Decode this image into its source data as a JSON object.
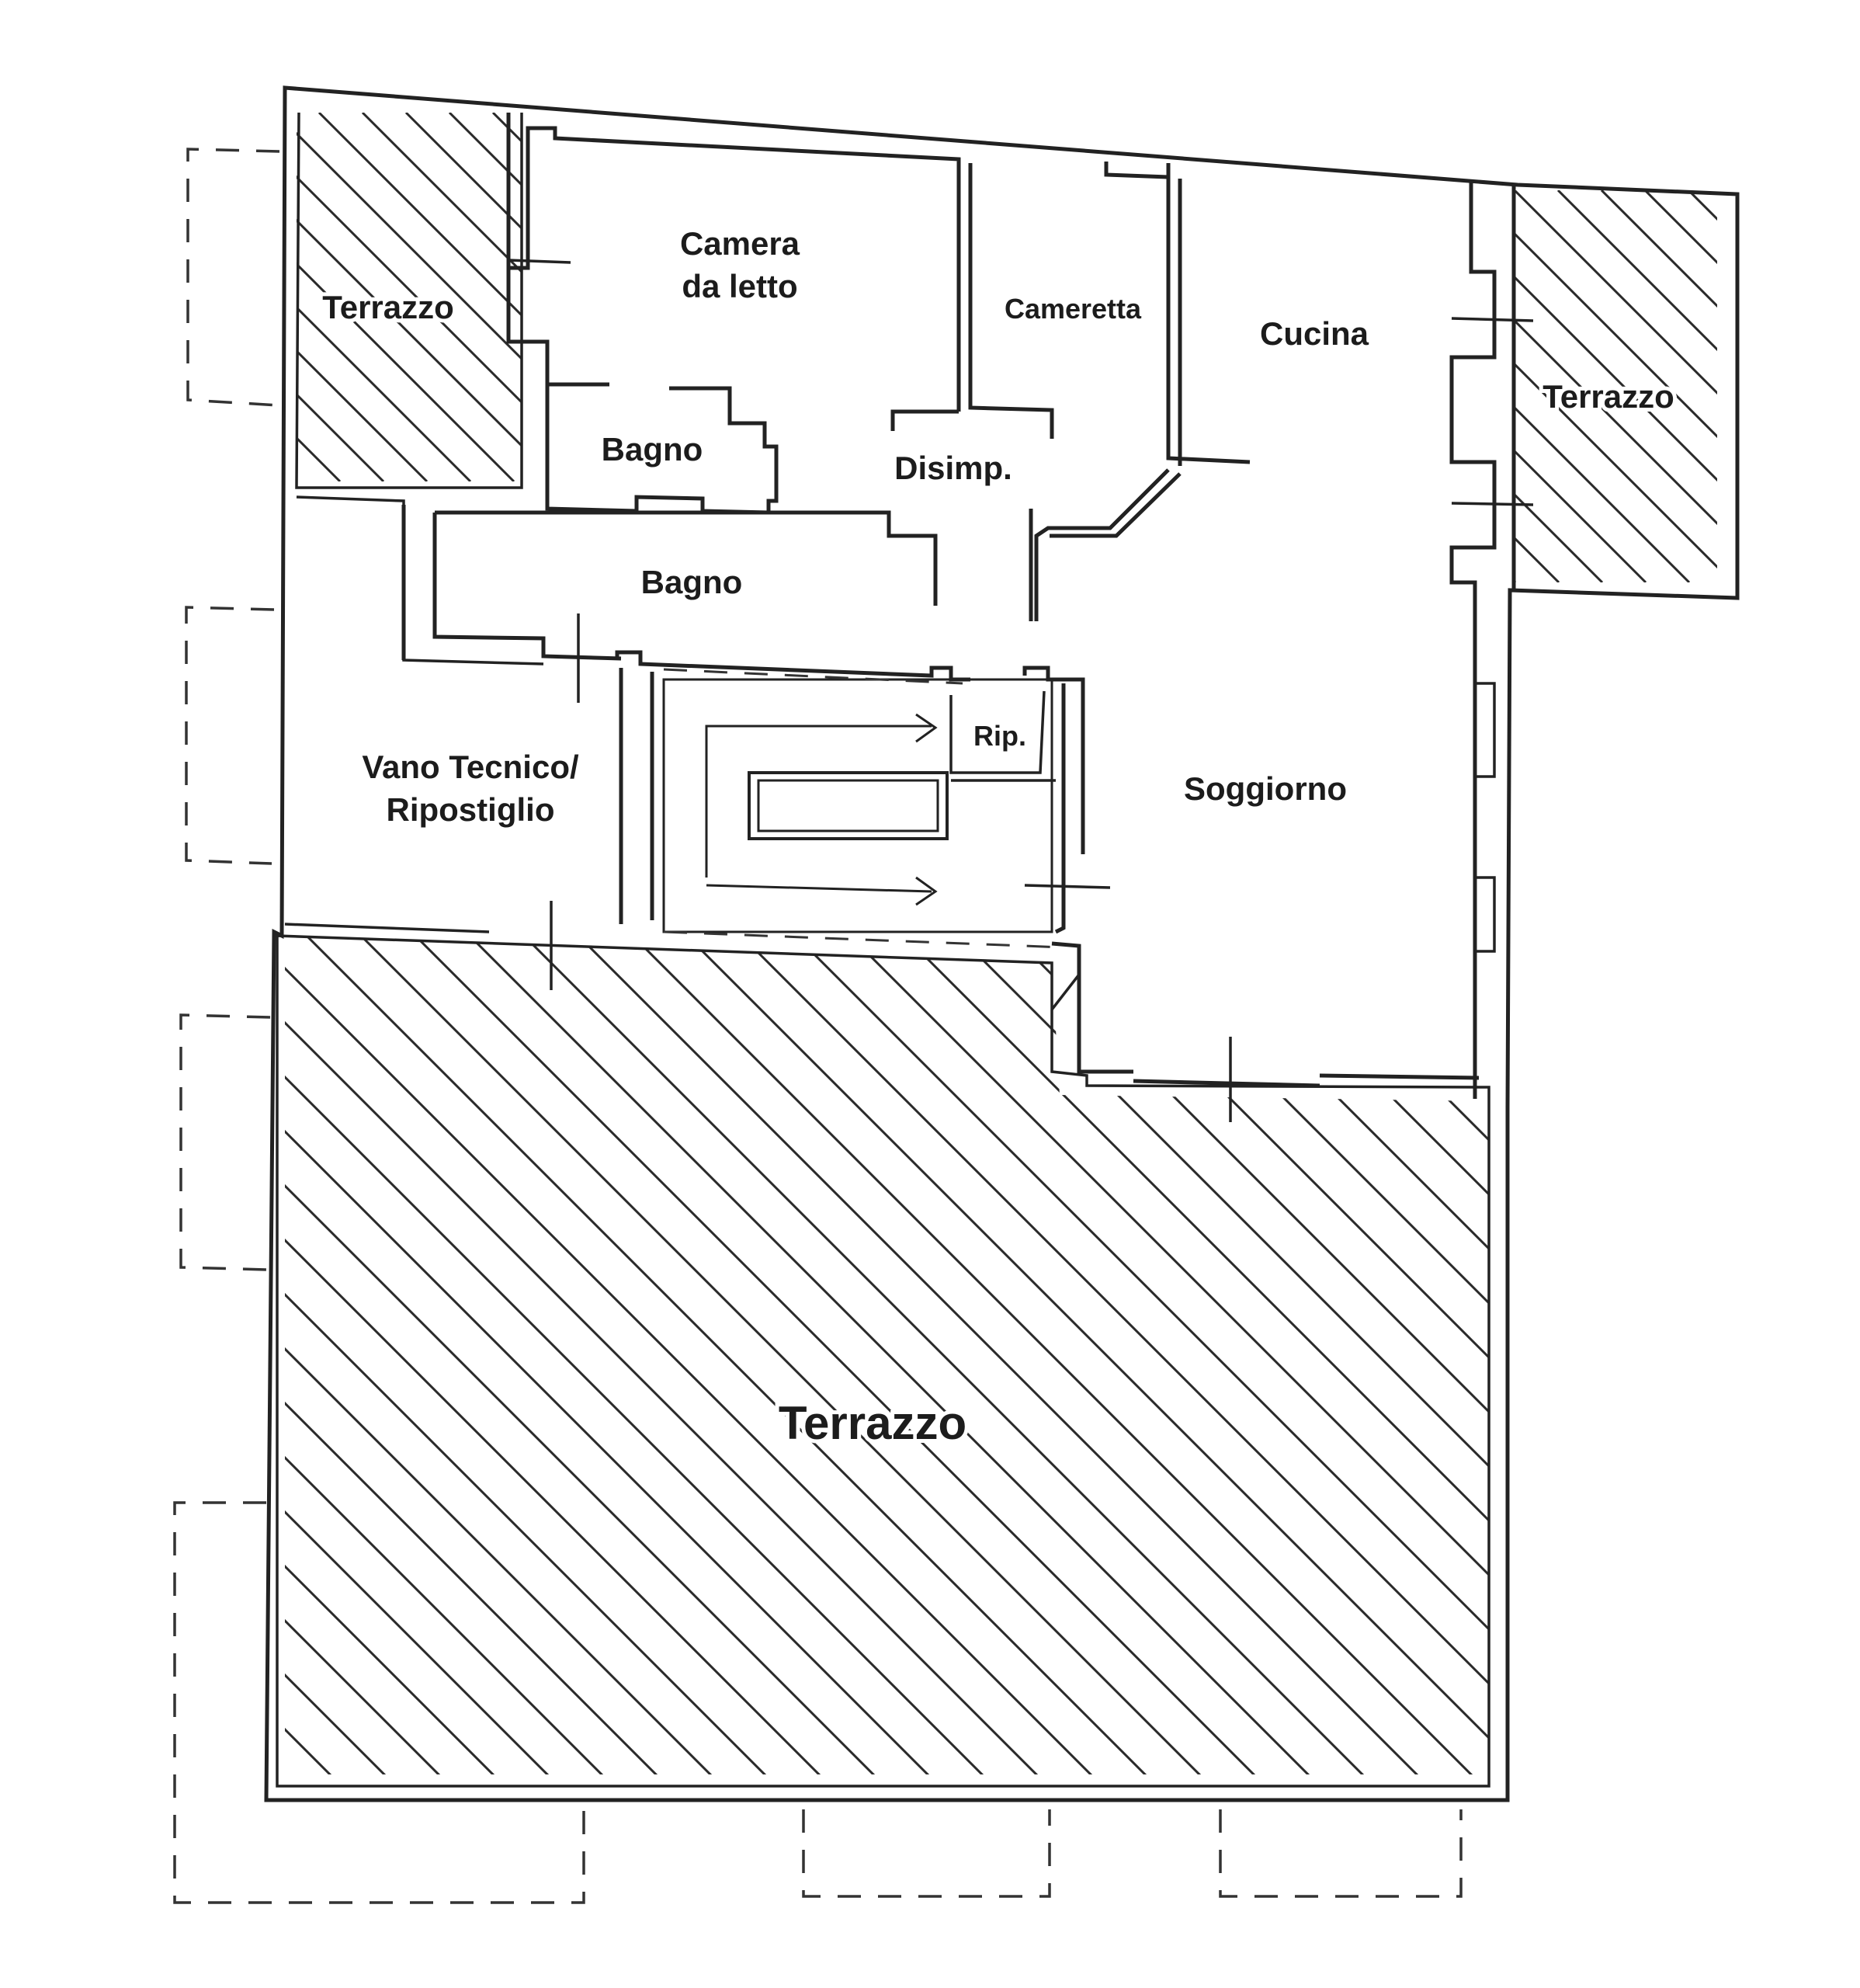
{
  "rooms": {
    "terrazzo_nw": "Terrazzo",
    "camera_da_letto_line1": "Camera",
    "camera_da_letto_line2": "da letto",
    "cameretta": "Cameretta",
    "cucina": "Cucina",
    "terrazzo_ne": "Terrazzo",
    "bagno_small": "Bagno",
    "disimpegno": "Disimp.",
    "bagno_large": "Bagno",
    "ripostiglio_small": "Rip.",
    "vano_tecnico_line1": "Vano Tecnico/",
    "vano_tecnico_line2": "Ripostiglio",
    "soggiorno": "Soggiorno",
    "terrazzo_main": "Terrazzo"
  },
  "colors": {
    "line": "#222222",
    "background": "#ffffff"
  }
}
